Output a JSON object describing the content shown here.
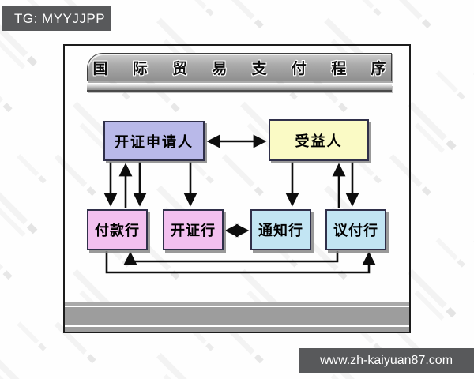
{
  "overlays": {
    "tg_tag": "TG: MYYJJPP",
    "site_url": "www.zh-kaiyuan87.com"
  },
  "slide": {
    "title": "国际贸易支付程序",
    "title_display": "国 际 贸 易 支 付 程 序"
  },
  "diagram": {
    "nodes": [
      {
        "id": "applicant",
        "label": "开证申请人",
        "color": "#b9b9e9"
      },
      {
        "id": "beneficiary",
        "label": "受益人",
        "color": "#fafac5"
      },
      {
        "id": "paying",
        "label": "付款行",
        "color": "#f2c0ef"
      },
      {
        "id": "issuing",
        "label": "开证行",
        "color": "#f2c0ef"
      },
      {
        "id": "advising",
        "label": "通知行",
        "color": "#c2e5f3"
      },
      {
        "id": "negotiating",
        "label": "议付行",
        "color": "#c2e5f3"
      }
    ],
    "edges": [
      {
        "from": "开证申请人",
        "to": "受益人",
        "type": "bidirectional-horizontal"
      },
      {
        "from": "开证申请人",
        "to": "付款行",
        "type": "down"
      },
      {
        "from": "付款行",
        "to": "开证申请人",
        "type": "up"
      },
      {
        "from": "开证申请人",
        "to": "付款行",
        "type": "down"
      },
      {
        "from": "开证申请人",
        "to": "开证行",
        "type": "down"
      },
      {
        "from": "受益人",
        "to": "通知行",
        "type": "down"
      },
      {
        "from": "议付行",
        "to": "受益人",
        "type": "up"
      },
      {
        "from": "受益人",
        "to": "议付行",
        "type": "down"
      },
      {
        "from": "开证行",
        "to": "通知行",
        "type": "bidirectional-horizontal"
      },
      {
        "from": "议付行",
        "to": "付款行",
        "type": "routed-under-bottom"
      },
      {
        "from": "付款行",
        "to": "议付行",
        "type": "routed-under-bottom"
      }
    ]
  },
  "colors": {
    "tag_background": "#58595b",
    "banner_gray": "#a8a8a8",
    "footer_band_gray": "#9d9d9d",
    "frame_border": "#1c1c1c",
    "arrow": "#0d0d0d"
  }
}
